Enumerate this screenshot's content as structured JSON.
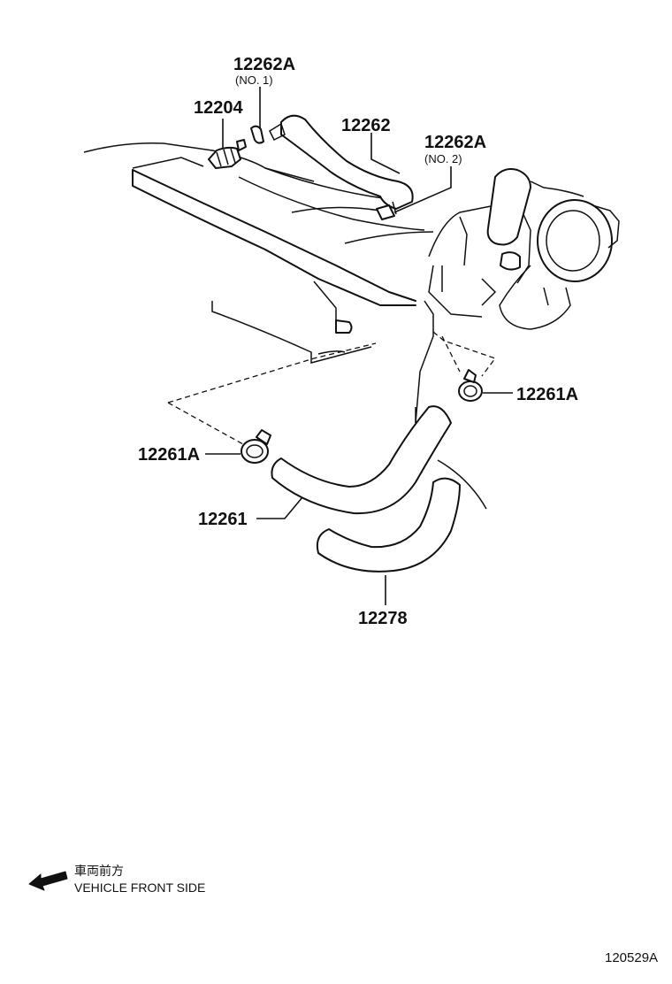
{
  "callouts": {
    "p12262A_no1": {
      "part": "12262A",
      "note": "(NO. 1)"
    },
    "p12204": {
      "part": "12204"
    },
    "p12262": {
      "part": "12262"
    },
    "p12262A_no2": {
      "part": "12262A",
      "note": "(NO. 2)"
    },
    "p12261A_right": {
      "part": "12261A"
    },
    "p12261A_left": {
      "part": "12261A"
    },
    "p12261": {
      "part": "12261"
    },
    "p12278": {
      "part": "12278"
    }
  },
  "front_indicator": {
    "jp_label": "車両前方",
    "en_label": "VEHICLE FRONT SIDE",
    "icon": "arrow-left-icon"
  },
  "diagram_id": "120529A"
}
